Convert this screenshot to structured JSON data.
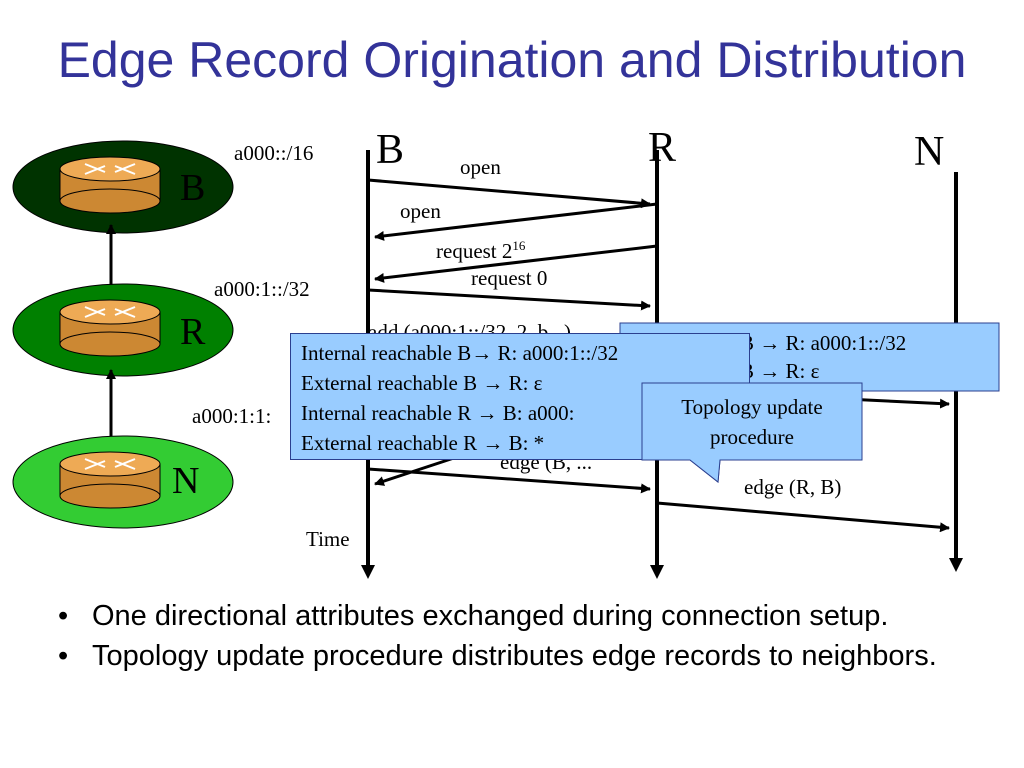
{
  "title": "Edge Record Origination and Distribution",
  "routers": [
    {
      "letter": "B",
      "prefix": "a000::/16",
      "color": "#003300"
    },
    {
      "letter": "R",
      "prefix": "a000:1::/32",
      "color": "#008000"
    },
    {
      "letter": "N",
      "prefix": "a000:1:1:",
      "color": "#33cc33"
    }
  ],
  "columns": [
    "B",
    "R",
    "N"
  ],
  "messages": {
    "open_1": "open",
    "open_2": "open",
    "request_2": "request 2",
    "request_2_sup": "16",
    "request_0": "request 0",
    "add": "add (a000:1::/32, 2, b...)",
    "edge_b": "edge (B, ...",
    "edge_rb": "edge (R, B)"
  },
  "time_label": "Time",
  "box_left": {
    "lines": [
      "Internal reachable B→ R: a000:1::/32",
      "External reachable B → R:  ε",
      "Internal reachable R →  B: a000:",
      "External reachable R → B: *"
    ]
  },
  "box_right": {
    "lines": [
      "B → R: a000:1::/32",
      "B → R:  ε"
    ]
  },
  "callout": {
    "line1": "Topology update",
    "line2": "procedure"
  },
  "bullets": [
    "One directional attributes exchanged during connection setup.",
    "Topology update procedure distributes edge records to neighbors."
  ],
  "colors": {
    "title": "#333399",
    "box_fill": "#99ccff",
    "router_body": "#cc8833"
  }
}
